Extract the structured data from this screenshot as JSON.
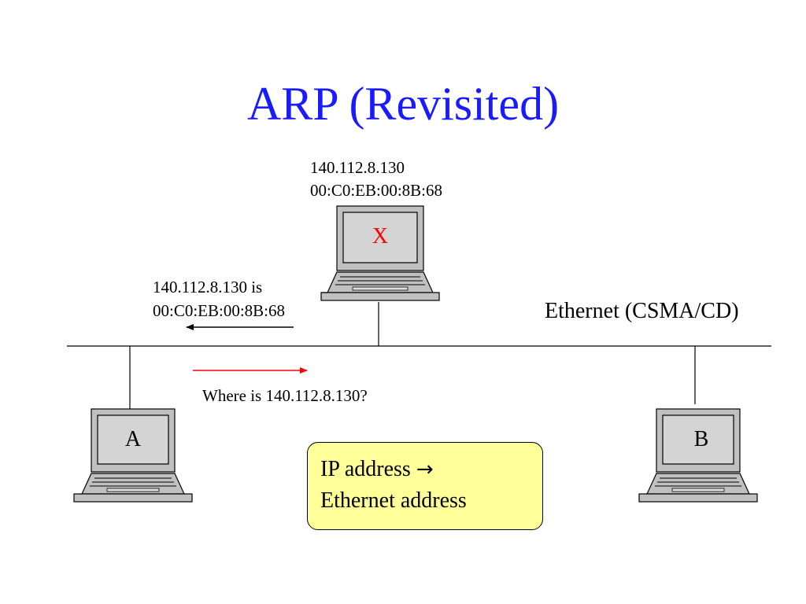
{
  "title": "ARP (Revisited)",
  "host_x": {
    "letter": "X",
    "ip": "140.112.8.130",
    "mac": "00:C0:EB:00:8B:68",
    "letter_color": "#ff0000"
  },
  "host_a": {
    "letter": "A"
  },
  "host_b": {
    "letter": "B"
  },
  "reply": {
    "line1": "140.112.8.130 is",
    "line2": "00:C0:EB:00:8B:68",
    "arrow_color": "#000000"
  },
  "request": {
    "text": "Where is 140.112.8.130?",
    "arrow_color": "#ff0000"
  },
  "ethernet_label": "Ethernet (CSMA/CD)",
  "callout": {
    "line1": "IP address",
    "arrow_glyph": "→",
    "line2": "Ethernet address",
    "background": "#ffff99"
  },
  "colors": {
    "title": "#1a1aff",
    "laptop_body": "#c0c0c0",
    "screen": "#d4d4d4"
  }
}
